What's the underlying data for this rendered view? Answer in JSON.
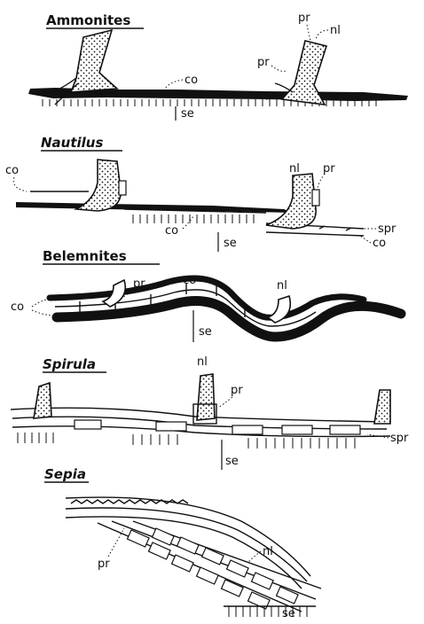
{
  "panels": [
    {
      "title": "Ammonites",
      "labels": {
        "co": "co",
        "se": "se",
        "pr_a": "pr",
        "pr_b": "pr",
        "nl": "nl"
      }
    },
    {
      "title": "Nautilus",
      "labels": {
        "co_a": "co",
        "co_b": "co",
        "co_c": "co",
        "se": "se",
        "nl": "nl",
        "pr": "pr",
        "spr": "spr"
      }
    },
    {
      "title": "Belemnites",
      "labels": {
        "co_a": "co",
        "co_b": "co",
        "pr": "pr",
        "se": "se",
        "nl": "nl"
      }
    },
    {
      "title": "Spirula",
      "labels": {
        "nl": "nl",
        "pr": "pr",
        "se": "se",
        "spr": "spr"
      }
    },
    {
      "title": "Sepia",
      "labels": {
        "pr": "pr",
        "nl": "nl",
        "se": "se"
      }
    }
  ]
}
